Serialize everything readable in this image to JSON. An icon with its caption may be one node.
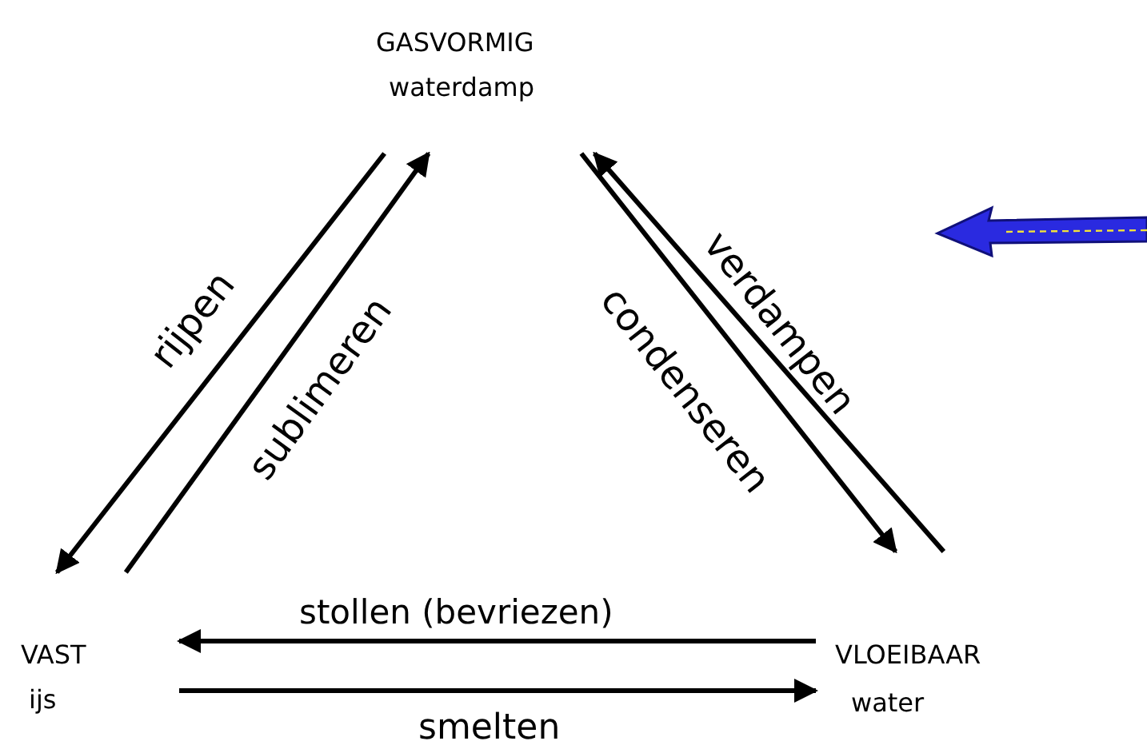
{
  "diagram": {
    "nodes": [
      {
        "text": [
          "GASVORMIG",
          "waterdamp"
        ]
      },
      {
        "text": [
          "VAST",
          "ijs"
        ]
      },
      {
        "text": [
          "VLOEIBAAR",
          "water"
        ]
      }
    ],
    "edges": [
      {
        "from": 0,
        "to": 1,
        "arrow": "to",
        "label": "rijpen"
      },
      {
        "from": 1,
        "to": 0,
        "arrow": "to",
        "label": "sublimeren"
      },
      {
        "from": 0,
        "to": 2,
        "arrow": "to",
        "label": "condenseren"
      },
      {
        "from": 2,
        "to": 0,
        "arrow": "to",
        "label": "verdampen"
      },
      {
        "from": 2,
        "to": 1,
        "arrow": "to",
        "label": "stollen (bevriezen)"
      },
      {
        "from": 1,
        "to": 2,
        "arrow": "to",
        "label": "smelten"
      }
    ]
  }
}
